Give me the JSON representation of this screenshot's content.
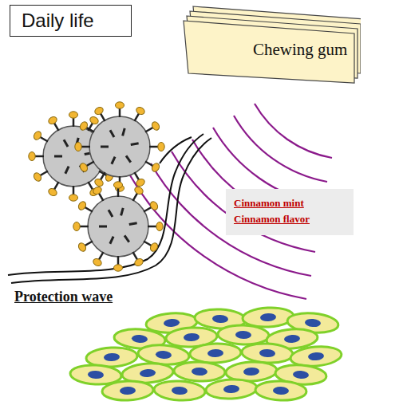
{
  "diagram": {
    "nodes": [
      {
        "text": [
          "Daily life"
        ]
      },
      {
        "text": [
          "Chewing gum"
        ]
      },
      {
        "text": [
          "Cinnamon mint",
          "Cinnamon flavor"
        ]
      }
    ],
    "labels": [
      "Protection wave"
    ]
  }
}
